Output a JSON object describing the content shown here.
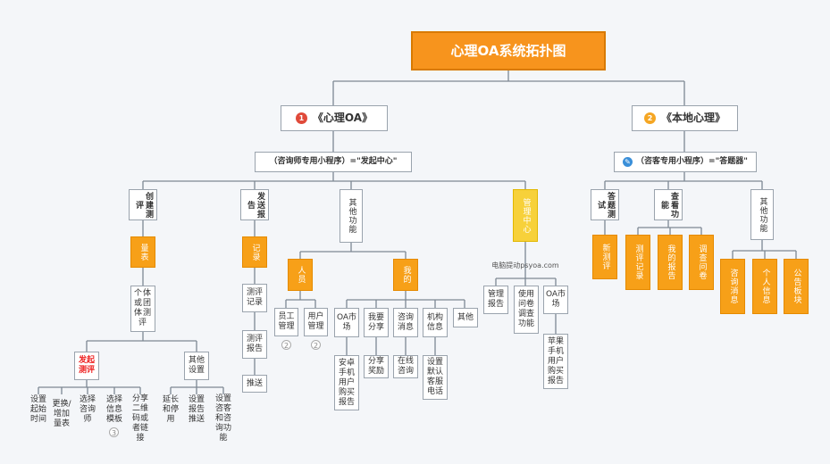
{
  "title": "心理OA系统拓扑图",
  "branch1": {
    "num": "1",
    "label": "《心理OA》",
    "sub": "（咨询师专用小程序）=\"发起中心\""
  },
  "branch2": {
    "num": "2",
    "label": "《本地心理》",
    "sub": "（咨客专用小程序）=\"答题器\""
  },
  "colors": {
    "orange": "#f7a018",
    "yellow": "#f7d13a",
    "badge1": "#e04a3a",
    "badge2": "#f5a623",
    "badge2b": "#3a8fd9"
  },
  "b1": {
    "c1": "创建测评",
    "c2": "发送报告",
    "c3": "其他功能",
    "c4": "管理中心",
    "liangbiao": "量表",
    "geti": "个体或团体测评",
    "faqi": "发起测评",
    "qita_set": "其他设置",
    "fq_children": [
      "设置起始时间",
      "更换/增加量表",
      "选择咨询师",
      "选择信息模板",
      "分享二维码或者链接"
    ],
    "qs_children": [
      "延长和停用",
      "设置报告推送",
      "设置咨客和咨询功能"
    ],
    "jilu": "记录",
    "jilu_children": [
      "测评记录",
      "测评报告",
      "推送"
    ],
    "renyuan": "人员",
    "wode": "我的",
    "ry_children": [
      "员工管理",
      "用户管理"
    ],
    "wd_children": [
      "OA市场",
      "我要分享",
      "咨询消息",
      "机构信息",
      "其他"
    ],
    "oa_sub": "安卓手机用户购买报告",
    "share_sub": "分享奖励",
    "msg_sub": "在线咨询",
    "org_sub": "设置默认客服电话",
    "watermark": "电脑提动psyoa.com",
    "gl_children": [
      "管理报告",
      "使用问卷调查功能",
      "OA市场"
    ],
    "apple": "苹果手机用户购买报告",
    "circles": {
      "fq4": "3",
      "ry1": "2",
      "ry2": "2"
    }
  },
  "b2": {
    "c1": "答题测试",
    "c2": "查看功能",
    "c3": "其他功能",
    "c1_children": [
      "新测评"
    ],
    "c2_children": [
      "测评记录",
      "我的报告",
      "调查问卷"
    ],
    "c3_children": [
      "咨询消息",
      "个人信息",
      "公告板块"
    ]
  }
}
